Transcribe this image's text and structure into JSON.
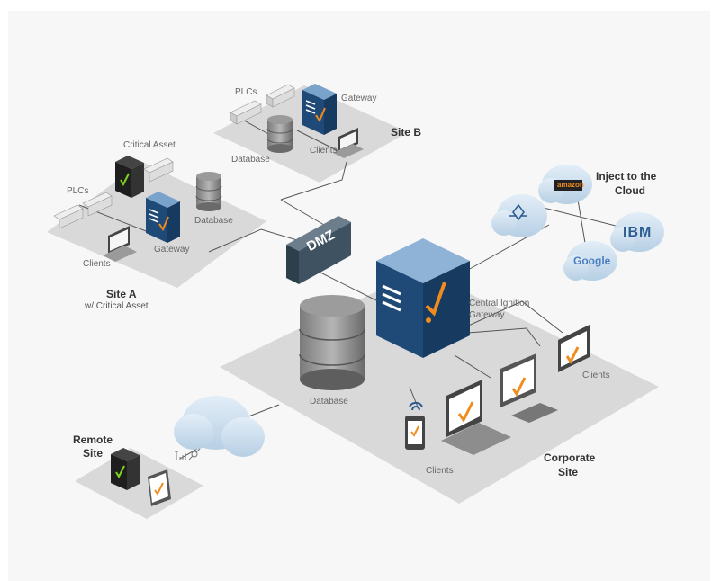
{
  "labels": {
    "site_b": {
      "title": "Site B",
      "plcs": "PLCs",
      "gateway": "Gateway",
      "database": "Database",
      "clients": "Clients"
    },
    "site_a": {
      "title": "Site A",
      "subtitle": "w/ Critical Asset",
      "critical_asset": "Critical Asset",
      "plcs": "PLCs",
      "database": "Database",
      "gateway": "Gateway",
      "clients": "Clients"
    },
    "dmz": "DMZ",
    "cloud": {
      "title_line1": "Inject to the",
      "title_line2": "Cloud",
      "amazon": "amazon",
      "ibm": "IBM",
      "google": "Google"
    },
    "central": {
      "gateway_line1": "Central Ignition",
      "gateway_line2": "Gateway",
      "database": "Database"
    },
    "corporate": {
      "title_line1": "Corporate",
      "title_line2": "Site",
      "clients_right": "Clients",
      "clients_bottom": "Clients"
    },
    "remote": {
      "title_line1": "Remote",
      "title_line2": "Site"
    }
  },
  "colors": {
    "background": "#f7f7f7",
    "platform": "#d9d9d9",
    "server_blue": "#1f4a78",
    "dmz": "#3e5262",
    "accent_orange": "#f08c1e",
    "cloud": "#c9ddee",
    "line": "#555555",
    "critical_green": "#7ed321"
  }
}
